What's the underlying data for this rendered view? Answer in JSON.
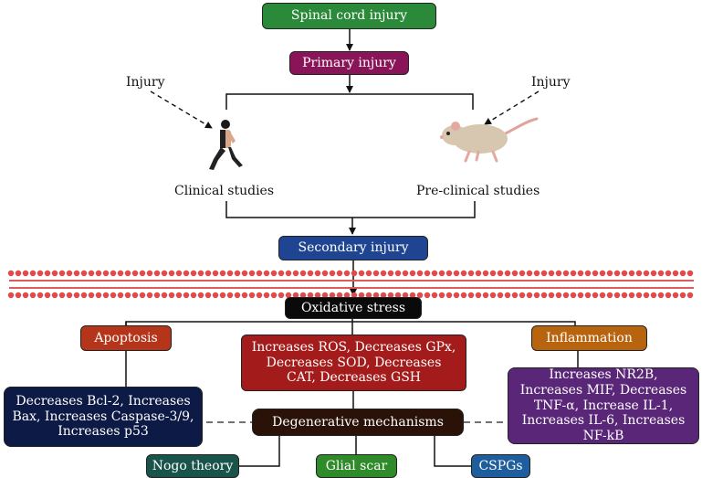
{
  "nodes": {
    "spinal_cord_injury": "Spinal cord injury",
    "primary_injury": "Primary injury",
    "injury_left": "Injury",
    "injury_right": "Injury",
    "clinical_studies": "Clinical studies",
    "preclinical_studies": "Pre-clinical studies",
    "secondary_injury": "Secondary injury",
    "oxidative_stress": "Oxidative stress",
    "apoptosis": "Apoptosis",
    "inflammation": "Inflammation",
    "oxidative_effects": "Increases ROS, Decreases GPx, Decreases SOD, Decreases CAT, Decreases GSH",
    "apoptosis_effects": "Decreases Bcl-2, Increases Bax, Increases Caspase-3/9, Increases p53",
    "inflammation_effects": "Increases NR2B, Increases MIF, Decreases TNF-α, Increase IL-1, Increases IL-6, Increases NF-kB",
    "degenerative_mechanisms": "Degenerative mechanisms",
    "nogo_theory": "Nogo theory",
    "glial_scar": "Glial scar",
    "cspgs": "CSPGs"
  },
  "colors": {
    "green": "#2a8a3a",
    "magenta": "#8a1458",
    "blue": "#1f4592",
    "black": "#0a0a0a",
    "orange_red": "#b5351a",
    "dark_red": "#a31b1b",
    "amber": "#b8640f",
    "navy": "#0c1a45",
    "purple": "#5a2678",
    "dark_brown": "#2b1208",
    "teal": "#19544a",
    "grass_green": "#2f8a2a",
    "steel_blue": "#1f5e9c",
    "membrane": "#e05a5a"
  }
}
